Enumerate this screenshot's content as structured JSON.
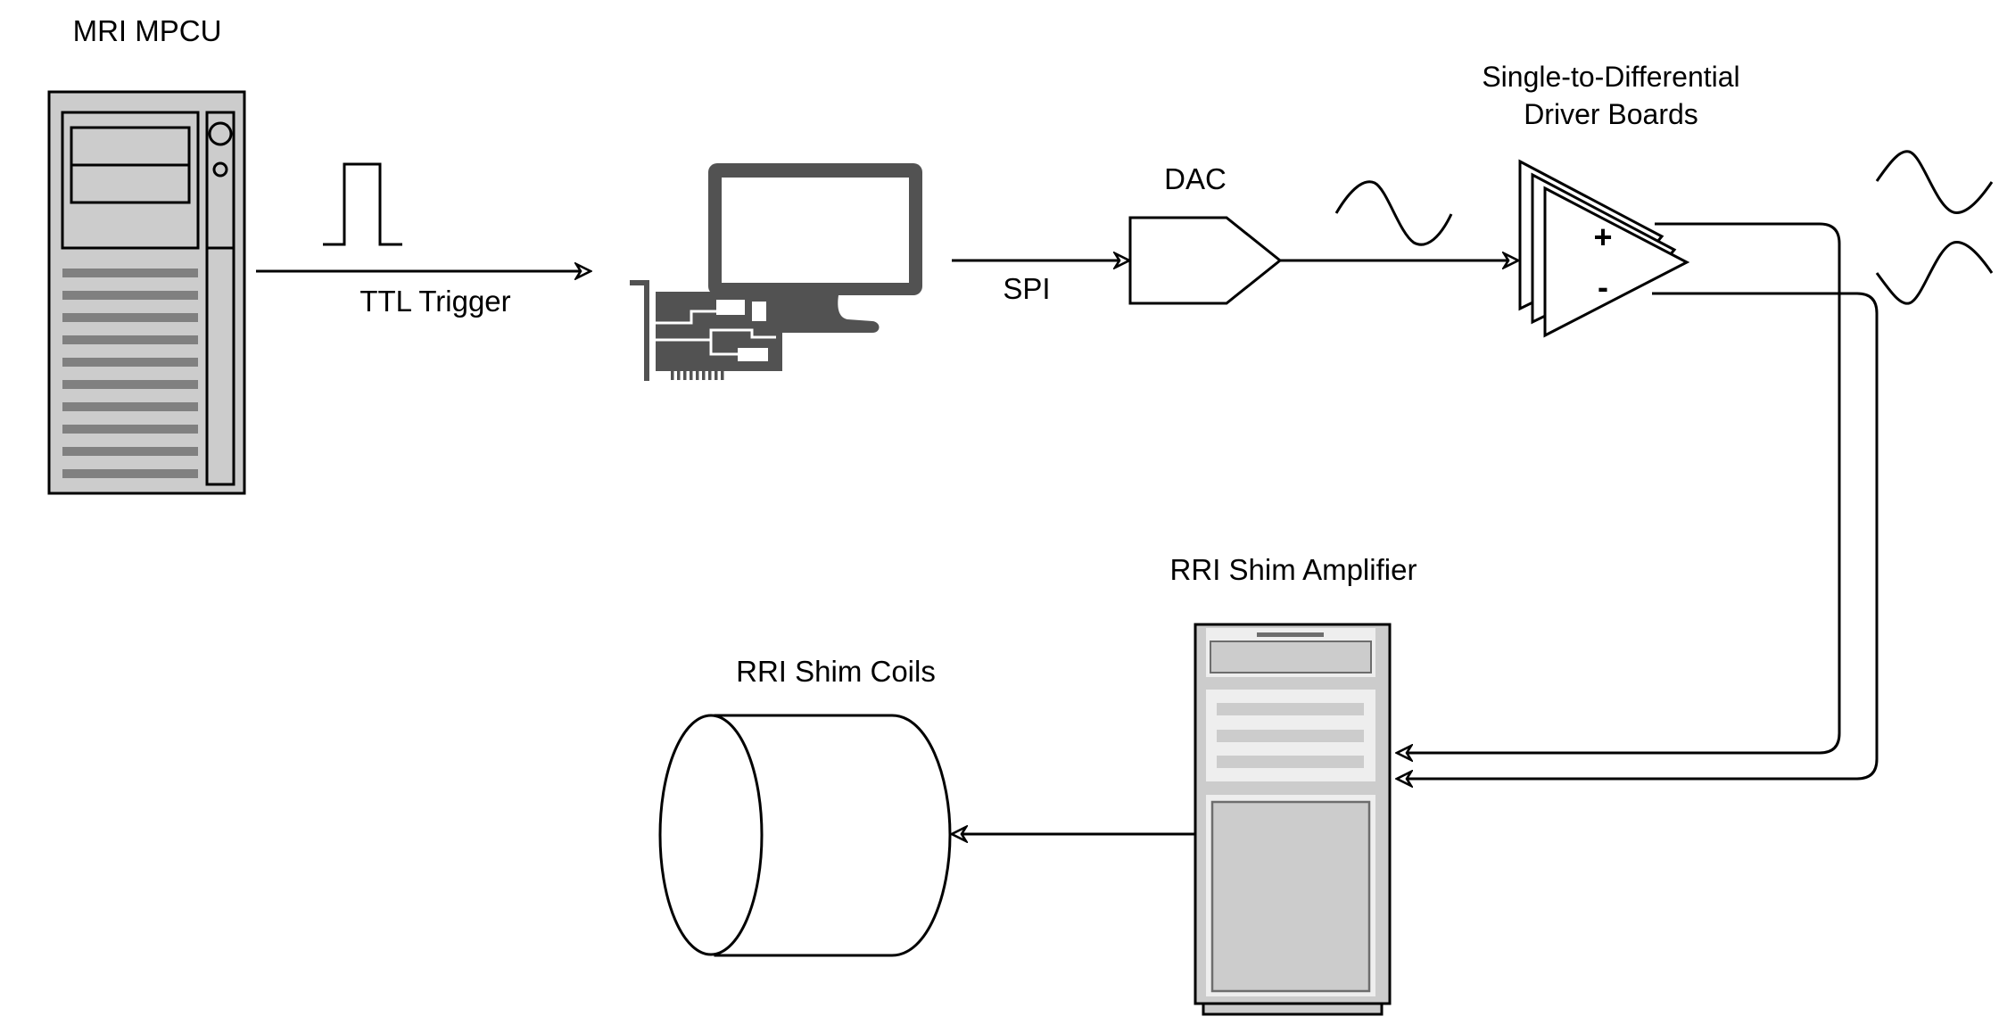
{
  "diagram": {
    "colors": {
      "stroke": "#000000",
      "tower_body": "#cccccc",
      "tower_vent": "#808080",
      "panel_light": "#eeeeee",
      "panel_border": "#6d6d6d",
      "computer_icon": "#525252",
      "background": "#ffffff"
    },
    "nodes": {
      "mpcu": {
        "label": "MRI MPCU",
        "icon": "server-tower-icon"
      },
      "computer": {
        "label": "",
        "icon": "desktop-computer-with-pcie-card-icon"
      },
      "dac": {
        "label": "DAC",
        "icon": "dac-block-icon"
      },
      "driver": {
        "label_line1": "Single-to-Differential",
        "label_line2": "Driver Boards",
        "icon": "stacked-op-amp-icon",
        "plus_sign": "+",
        "minus_sign": "-"
      },
      "amplifier": {
        "label": "RRI Shim Amplifier",
        "icon": "amplifier-rack-icon"
      },
      "coils": {
        "label": "RRI Shim Coils",
        "icon": "cylinder-coil-icon"
      }
    },
    "edges": {
      "ttl": {
        "label": "TTL Trigger",
        "from": "MRI MPCU",
        "to": "computer",
        "signal_icon": "square-pulse-icon"
      },
      "spi": {
        "label": "SPI",
        "from": "computer",
        "to": "DAC"
      },
      "analog": {
        "label": "",
        "from": "DAC",
        "to": "Driver Boards",
        "signal_icon": "sine-wave-icon"
      },
      "diff_pos": {
        "label": "",
        "from": "Driver Boards +",
        "to": "RRI Shim Amplifier",
        "signal_icon": "sine-wave-icon"
      },
      "diff_neg": {
        "label": "",
        "from": "Driver Boards -",
        "to": "RRI Shim Amplifier",
        "signal_icon": "inverted-sine-wave-icon"
      },
      "coil_drive": {
        "label": "",
        "from": "RRI Shim Amplifier",
        "to": "RRI Shim Coils"
      }
    }
  }
}
